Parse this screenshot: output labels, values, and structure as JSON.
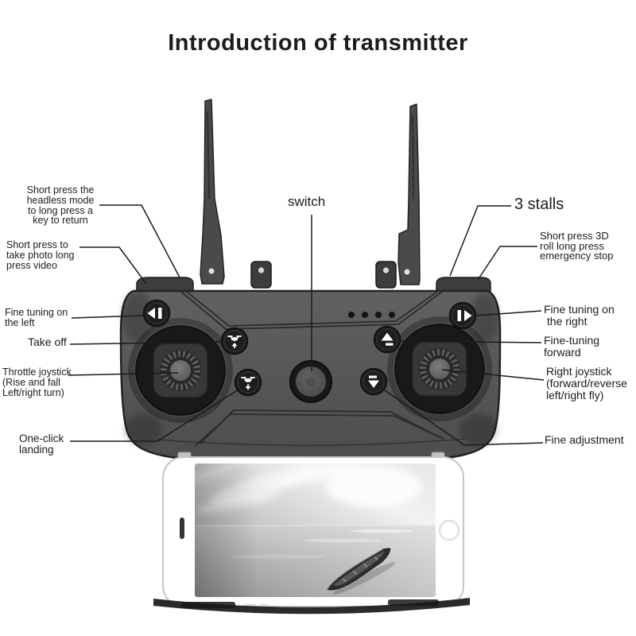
{
  "title": "Introduction of transmitter",
  "labels": {
    "headless": {
      "lines": [
        "Short press the",
        "headless mode",
        "to long press a",
        "key to return"
      ]
    },
    "photo": {
      "lines": [
        "Short press to",
        "take photo long",
        "press video"
      ]
    },
    "fine_left": {
      "lines": [
        "Fine tuning on",
        "the left"
      ]
    },
    "take_off": {
      "lines": [
        "Take off"
      ]
    },
    "throttle": {
      "lines": [
        "Throttle joystick",
        "(Rise and fall",
        "Left/right turn)"
      ]
    },
    "one_click": {
      "lines": [
        "One-click",
        "landing"
      ]
    },
    "switch": {
      "lines": [
        "switch"
      ]
    },
    "three_stalls": {
      "lines": [
        "3 stalls"
      ]
    },
    "roll_3d": {
      "lines": [
        "Short press 3D",
        "roll long press",
        "emergency stop"
      ]
    },
    "fine_right": {
      "lines": [
        "Fine tuning on",
        " the right"
      ]
    },
    "fine_forward": {
      "lines": [
        "Fine-tuning",
        "forward"
      ]
    },
    "right_joystick": {
      "lines": [
        "Right joystick",
        "(forward/reverse",
        "left/right fly)"
      ]
    },
    "fine_adjustment": {
      "lines": [
        "Fine adjustment"
      ]
    }
  },
  "icons": {
    "left_trim": "left-triangle-with-bar-icon",
    "right_trim": "right-triangle-with-bar-icon",
    "take_off": "drone-up-arrow-icon",
    "landing": "drone-down-arrow-icon",
    "trim_up": "up-triangle-bar-icon",
    "trim_down": "down-triangle-bar-icon",
    "power": "round-switch-button"
  },
  "colors": {
    "background": "#ffffff",
    "text": "#1c1c1c",
    "line": "#1b1b1b",
    "body": "#565656",
    "antenna": "#4a4a4a",
    "button": "#1d1d1d",
    "icon": "#ffffff",
    "phone": "#ffffff",
    "phone-edge": "#c6c6c6",
    "clamp": "#2b2b2b"
  }
}
